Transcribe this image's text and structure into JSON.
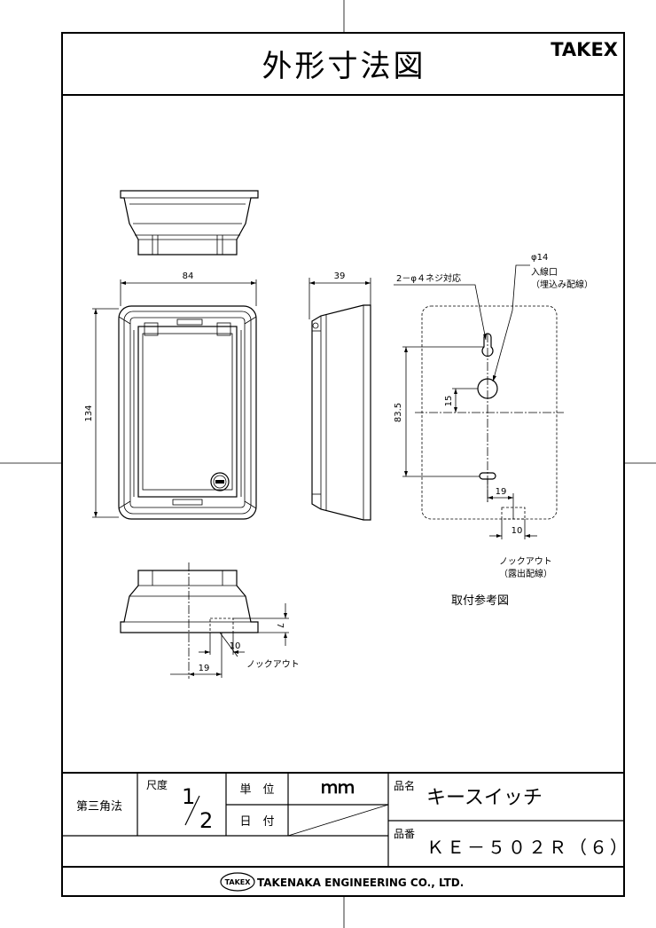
{
  "header": {
    "title": "外形寸法図",
    "brand": "TAKEX"
  },
  "drawing": {
    "dim_width": "84",
    "dim_height": "134",
    "dim_depth": "39",
    "dim_hole_spacing": "83.5",
    "dim_hole_offset": "15",
    "dim_knockout_19": "19",
    "dim_knockout_10": "10",
    "dim_bottom_19": "19",
    "dim_bottom_10": "10",
    "dim_bottom_7": "7",
    "screw_holes": "2－φ４ネジ対応",
    "phi14": "φ14",
    "entry_hole": "入線口",
    "entry_hole_note": "（埋込み配線）",
    "knockout": "ノックアウト",
    "knockout_note": "（露出配線）",
    "knockout_bottom": "ノックアウト",
    "mounting_ref": "取付参考図"
  },
  "title_block": {
    "projection": "第三角法",
    "scale_label": "尺度",
    "scale_num": "1",
    "scale_den": "2",
    "unit_label": "単　位",
    "unit_value": "ｍｍ",
    "date_label": "日　付",
    "product_name_label": "品名",
    "product_name": "キースイッチ",
    "product_no_label": "品番",
    "product_no": "ＫＥ－５０２Ｒ（６）"
  },
  "footer": {
    "logo_text": "TAKEX",
    "company": "TAKENAKA ENGINEERING CO., LTD."
  }
}
